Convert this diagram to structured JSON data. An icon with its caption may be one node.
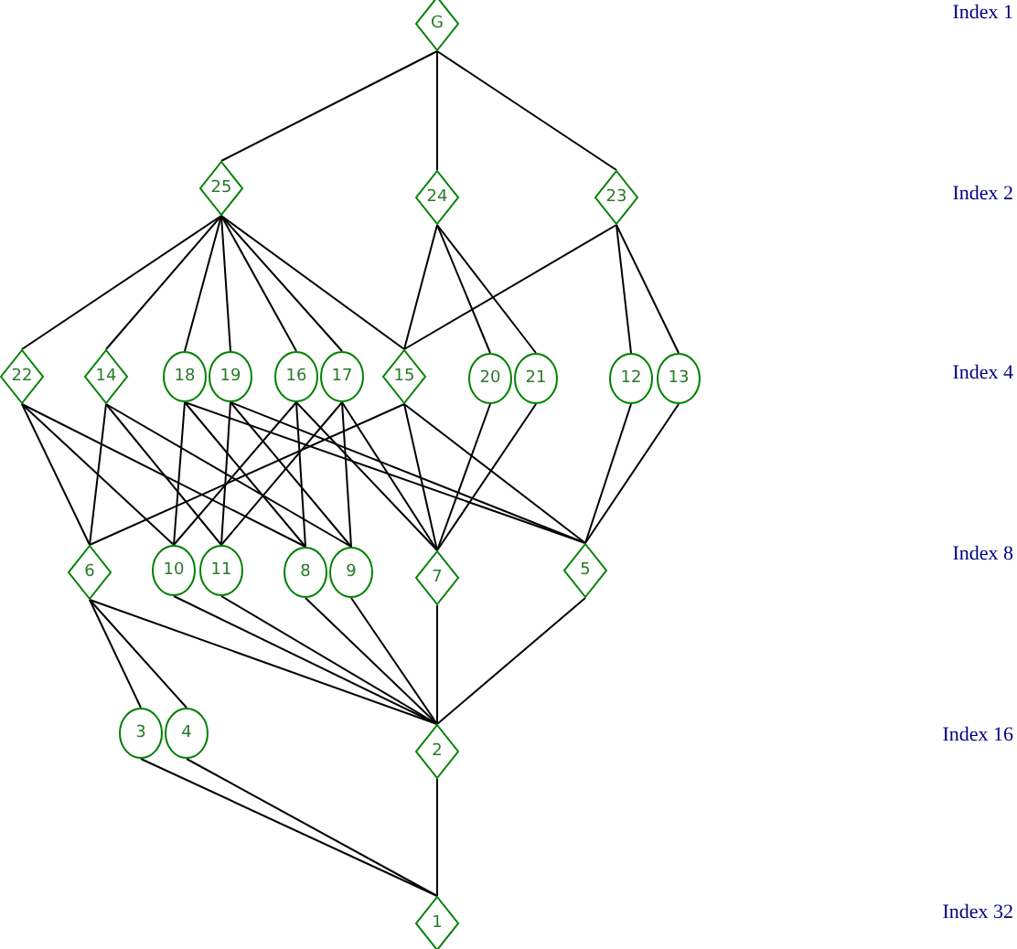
{
  "diagram": {
    "nodes": [
      {
        "text": [
          "G"
        ]
      },
      {
        "text": [
          "25"
        ]
      },
      {
        "text": [
          "24"
        ]
      },
      {
        "text": [
          "23"
        ]
      },
      {
        "text": [
          "22"
        ]
      },
      {
        "text": [
          "14"
        ]
      },
      {
        "text": [
          "18"
        ]
      },
      {
        "text": [
          "19"
        ]
      },
      {
        "text": [
          "16"
        ]
      },
      {
        "text": [
          "17"
        ]
      },
      {
        "text": [
          "15"
        ]
      },
      {
        "text": [
          "20"
        ]
      },
      {
        "text": [
          "21"
        ]
      },
      {
        "text": [
          "12"
        ]
      },
      {
        "text": [
          "13"
        ]
      },
      {
        "text": [
          "6"
        ]
      },
      {
        "text": [
          "10"
        ]
      },
      {
        "text": [
          "11"
        ]
      },
      {
        "text": [
          "8"
        ]
      },
      {
        "text": [
          "9"
        ]
      },
      {
        "text": [
          "7"
        ]
      },
      {
        "text": [
          "5"
        ]
      },
      {
        "text": [
          "3"
        ]
      },
      {
        "text": [
          "4"
        ]
      },
      {
        "text": [
          "2"
        ]
      },
      {
        "text": [
          "1"
        ]
      }
    ],
    "edges": [
      {
        "from": 0,
        "to": 1,
        "arrow": "none"
      },
      {
        "from": 0,
        "to": 2,
        "arrow": "none"
      },
      {
        "from": 0,
        "to": 3,
        "arrow": "none"
      },
      {
        "from": 1,
        "to": 4,
        "arrow": "none"
      },
      {
        "from": 1,
        "to": 5,
        "arrow": "none"
      },
      {
        "from": 1,
        "to": 6,
        "arrow": "none"
      },
      {
        "from": 1,
        "to": 7,
        "arrow": "none"
      },
      {
        "from": 1,
        "to": 8,
        "arrow": "none"
      },
      {
        "from": 1,
        "to": 9,
        "arrow": "none"
      },
      {
        "from": 1,
        "to": 10,
        "arrow": "none"
      },
      {
        "from": 2,
        "to": 10,
        "arrow": "none"
      },
      {
        "from": 2,
        "to": 11,
        "arrow": "none"
      },
      {
        "from": 2,
        "to": 12,
        "arrow": "none"
      },
      {
        "from": 3,
        "to": 10,
        "arrow": "none"
      },
      {
        "from": 3,
        "to": 13,
        "arrow": "none"
      },
      {
        "from": 3,
        "to": 14,
        "arrow": "none"
      },
      {
        "from": 4,
        "to": 15,
        "arrow": "none"
      },
      {
        "from": 4,
        "to": 16,
        "arrow": "none"
      },
      {
        "from": 4,
        "to": 18,
        "arrow": "none"
      },
      {
        "from": 5,
        "to": 15,
        "arrow": "none"
      },
      {
        "from": 5,
        "to": 17,
        "arrow": "none"
      },
      {
        "from": 5,
        "to": 19,
        "arrow": "none"
      },
      {
        "from": 6,
        "to": 16,
        "arrow": "none"
      },
      {
        "from": 6,
        "to": 18,
        "arrow": "none"
      },
      {
        "from": 6,
        "to": 21,
        "arrow": "none"
      },
      {
        "from": 7,
        "to": 17,
        "arrow": "none"
      },
      {
        "from": 7,
        "to": 19,
        "arrow": "none"
      },
      {
        "from": 7,
        "to": 21,
        "arrow": "none"
      },
      {
        "from": 8,
        "to": 18,
        "arrow": "none"
      },
      {
        "from": 8,
        "to": 16,
        "arrow": "none"
      },
      {
        "from": 8,
        "to": 20,
        "arrow": "none"
      },
      {
        "from": 9,
        "to": 19,
        "arrow": "none"
      },
      {
        "from": 9,
        "to": 17,
        "arrow": "none"
      },
      {
        "from": 9,
        "to": 20,
        "arrow": "none"
      },
      {
        "from": 10,
        "to": 15,
        "arrow": "none"
      },
      {
        "from": 10,
        "to": 20,
        "arrow": "none"
      },
      {
        "from": 10,
        "to": 21,
        "arrow": "none"
      },
      {
        "from": 11,
        "to": 20,
        "arrow": "none"
      },
      {
        "from": 12,
        "to": 20,
        "arrow": "none"
      },
      {
        "from": 13,
        "to": 21,
        "arrow": "none"
      },
      {
        "from": 14,
        "to": 21,
        "arrow": "none"
      },
      {
        "from": 15,
        "to": 22,
        "arrow": "none"
      },
      {
        "from": 15,
        "to": 23,
        "arrow": "none"
      },
      {
        "from": 15,
        "to": 24,
        "arrow": "none"
      },
      {
        "from": 16,
        "to": 24,
        "arrow": "none"
      },
      {
        "from": 17,
        "to": 24,
        "arrow": "none"
      },
      {
        "from": 18,
        "to": 24,
        "arrow": "none"
      },
      {
        "from": 19,
        "to": 24,
        "arrow": "none"
      },
      {
        "from": 20,
        "to": 24,
        "arrow": "none"
      },
      {
        "from": 21,
        "to": 24,
        "arrow": "none"
      },
      {
        "from": 22,
        "to": 25,
        "arrow": "none"
      },
      {
        "from": 23,
        "to": 25,
        "arrow": "none"
      },
      {
        "from": 24,
        "to": 25,
        "arrow": "none"
      }
    ],
    "labels": [
      "Index 1",
      "Index 2",
      "Index 4",
      "Index 8",
      "Index 16",
      "Index 32"
    ]
  }
}
